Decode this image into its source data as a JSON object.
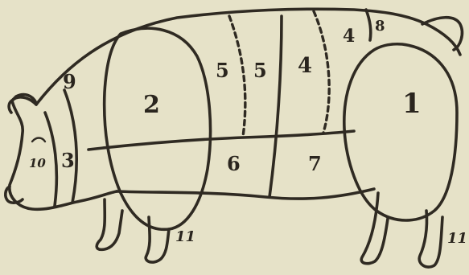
{
  "labels": {
    "ham": "1",
    "shoulder": "2",
    "jowl": "3",
    "loin_rear": "4",
    "loin_top": "4",
    "back_left": "5",
    "back_right": "5",
    "belly_front": "6",
    "belly_rear": "7",
    "tail": "8",
    "neck": "9",
    "head": "10",
    "foot_front": "11",
    "foot_rear": "11"
  }
}
